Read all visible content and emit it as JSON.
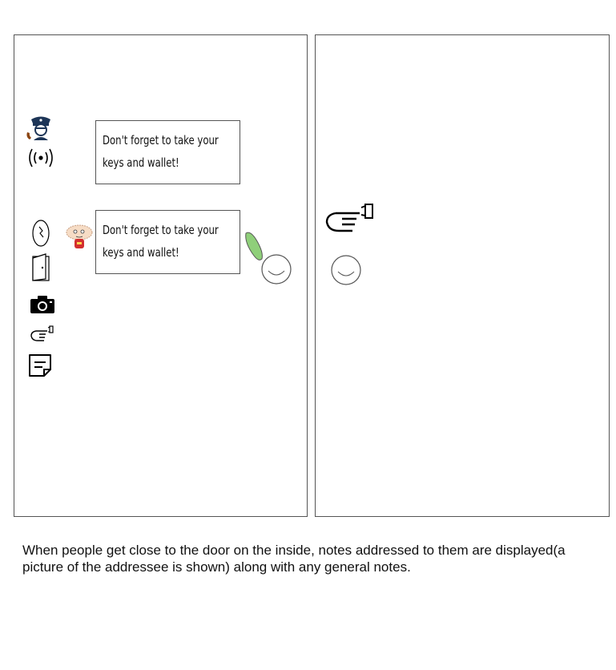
{
  "panels": {
    "left": {
      "notes": [
        {
          "text": "Don't forget to take your keys and wallet!"
        },
        {
          "text": "Don't forget to take your keys and wallet!"
        }
      ],
      "icons": [
        "police-phone-icon",
        "signal-broadcast-icon",
        "hand-scan-icon",
        "avatar-icon",
        "door-icon",
        "camera-icon",
        "pointing-hand-doorbell-icon",
        "note-icon",
        "proximity-sensor-icon",
        "sensor-blob-icon"
      ]
    },
    "right": {
      "icons": [
        "pointing-hand-doorbell-icon",
        "proximity-sensor-icon"
      ]
    }
  },
  "caption": "When people get close to the door on the inside, notes addressed to them are displayed(a picture of the addressee is shown) along with any general notes.",
  "colors": {
    "border": "#555555",
    "police": "#1d3557",
    "sensor-blob": "#8fcf7a",
    "avatar-red": "#d32f2f"
  }
}
